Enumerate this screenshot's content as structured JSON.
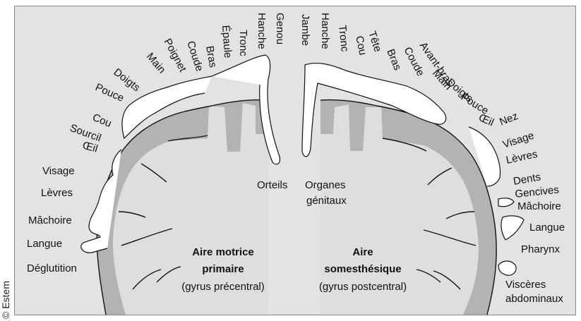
{
  "copyright": "© Estem",
  "motor": {
    "title_line1": "Aire motrice",
    "title_line2": "primaire",
    "subtitle": "(gyrus précentral)",
    "labels": [
      "Genou",
      "Hanche",
      "Tronc",
      "Épaule",
      "Bras",
      "Coude",
      "Poignet",
      "Main",
      "Doigts",
      "Pouce",
      "Cou",
      "Sourcil",
      "Œil",
      "Visage",
      "Lèvres",
      "Mâchoire",
      "Langue",
      "Déglutition",
      "Orteils"
    ]
  },
  "sensory": {
    "title_line1": "Aire",
    "title_line2": "somesthésique",
    "subtitle": "(gyrus postcentral)",
    "labels": [
      "Jambe",
      "Hanche",
      "Tronc",
      "Cou",
      "Tête",
      "Bras",
      "Coude",
      "Avant-bras",
      "Main",
      "Doigts",
      "Pouce",
      "Œil",
      "Nez",
      "Visage",
      "Lèvres",
      "Dents",
      "Gencives",
      "Mâchoire",
      "Langue",
      "Pharynx",
      "Viscères",
      "abdominaux",
      "Organes",
      "génitaux"
    ]
  },
  "colors": {
    "background": "#e3e3e3",
    "cortex_gray": "#b3b3b3",
    "white_matter": "#dedede",
    "outline": "#111111"
  }
}
